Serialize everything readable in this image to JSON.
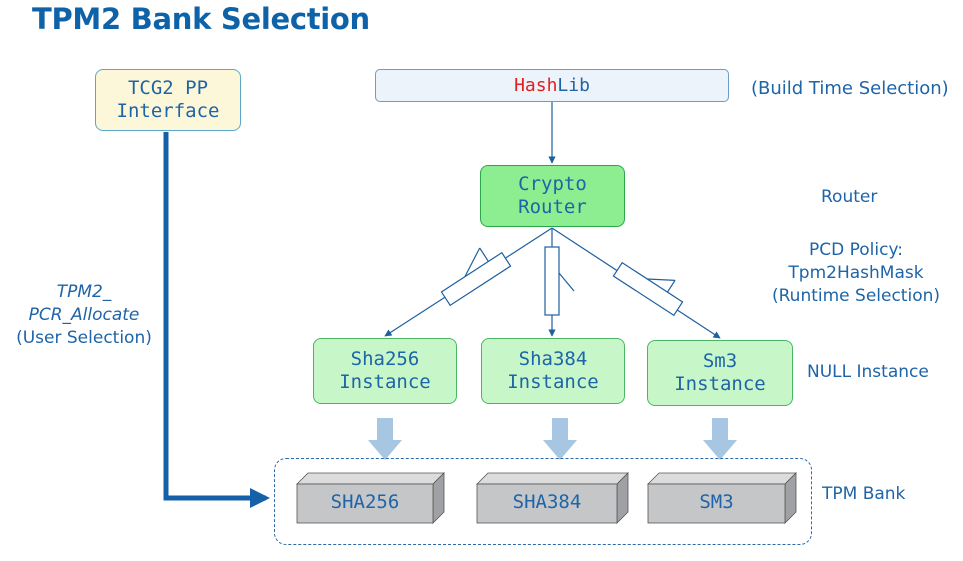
{
  "title": "TPM2 Bank Selection",
  "tcg2": {
    "line1": "TCG2 PP",
    "line2": "Interface"
  },
  "hashlib": {
    "part1": "Hash",
    "part2": "Lib"
  },
  "build_time": "(Build Time Selection)",
  "router": {
    "line1": "Crypto",
    "line2": "Router"
  },
  "router_label": "Router",
  "pcd_policy": {
    "line1": "PCD Policy:",
    "line2": "Tpm2HashMask",
    "line3": "(Runtime Selection)"
  },
  "user_selection": {
    "line1": "TPM2_",
    "line2": "PCR_Allocate",
    "line3": "(User Selection)"
  },
  "instances": [
    {
      "line1": "Sha256",
      "line2": "Instance"
    },
    {
      "line1": "Sha384",
      "line2": "Instance"
    },
    {
      "line1": "Sm3",
      "line2": "Instance"
    }
  ],
  "null_instance": "NULL Instance",
  "banks": [
    "SHA256",
    "SHA384",
    "SM3"
  ],
  "tpm_bank": "TPM Bank",
  "colors": {
    "title": "#0e62a8",
    "text_blue": "#1e64a8",
    "router_fill": "#8cee90",
    "instance_fill": "#c7f7c9",
    "tcg_fill": "#fdf7d9",
    "bank_fill": "#c5c6c8",
    "arrow_light": "#a7c6e2"
  },
  "icons": [
    "switch-icon",
    "down-arrow-icon",
    "bank-cube-icon"
  ]
}
